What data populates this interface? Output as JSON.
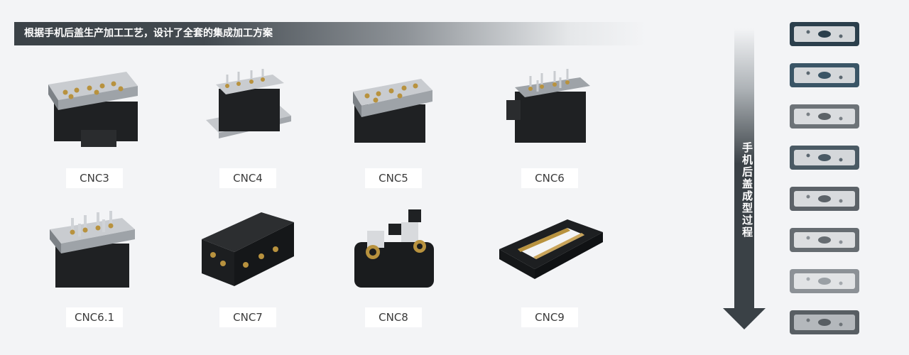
{
  "banner": {
    "title": "根据手机后盖生产加工工艺，设计了全套的集成加工方案"
  },
  "fixtures": [
    {
      "label": "CNC3"
    },
    {
      "label": "CNC4"
    },
    {
      "label": "CNC5"
    },
    {
      "label": "CNC6"
    },
    {
      "label": "CNC6.1"
    },
    {
      "label": "CNC7"
    },
    {
      "label": "CNC8"
    },
    {
      "label": "CNC9"
    }
  ],
  "process": {
    "label": "手机后盖成型过程"
  },
  "covers_count": 8,
  "colors": {
    "banner_dark": "#3b4247",
    "arrow": "#3a4146",
    "label_bg": "#ffffff",
    "page_bg": "#f3f4f6"
  }
}
